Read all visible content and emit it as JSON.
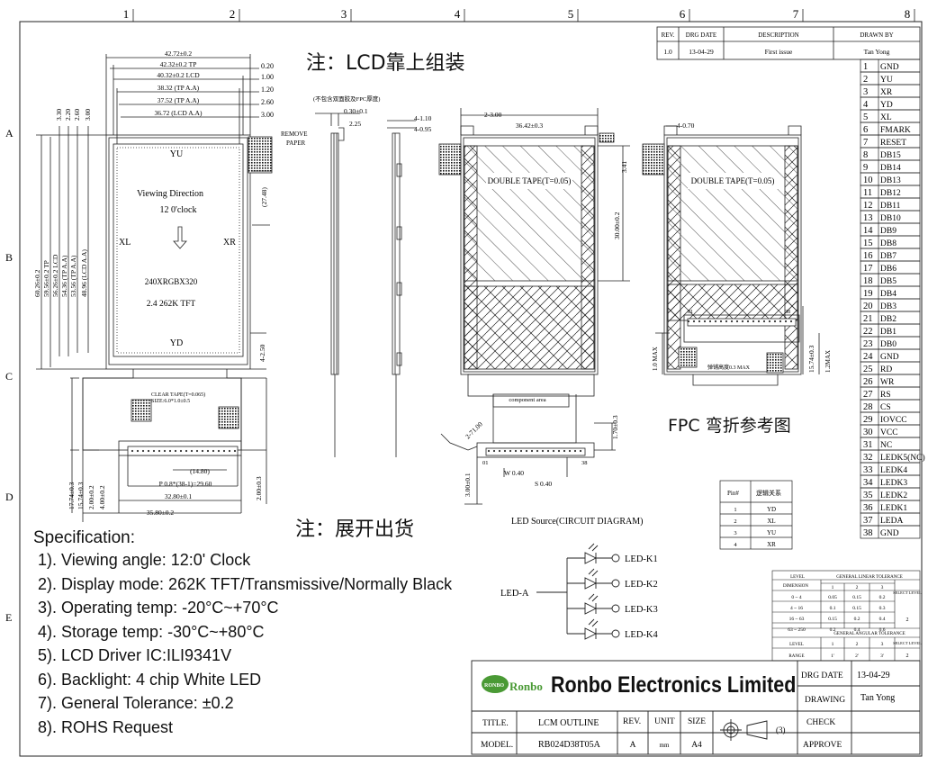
{
  "grid_cols": [
    "1",
    "2",
    "3",
    "4",
    "5",
    "6",
    "7",
    "8"
  ],
  "grid_rows": [
    "A",
    "B",
    "C",
    "D",
    "E"
  ],
  "revision": {
    "headers": [
      "REV.",
      "DRG DATE",
      "DESCRIPTION",
      "DRAWN BY"
    ],
    "row": [
      "1.0",
      "13-04-29",
      "First issue",
      "Tan Yong"
    ]
  },
  "notes": {
    "assembly_cn": "注：LCD靠上组装",
    "shipping_cn": "注：展开出货",
    "fpc_bend_cn": "FPC  弯折参考图",
    "fpc_thickness_cn": "(不包含双面胶及FPC厚度)",
    "stiffener_cn": "弹铺高度0.3 MAX",
    "remove_paper": [
      "REMOVE",
      "PAPER"
    ],
    "clear_tape": [
      "CLEAR TAPE(T=0.065)",
      "SIZE:6.0*1.0±0.5"
    ],
    "component_area": "component   area"
  },
  "front_view": {
    "top_dims": [
      {
        "label": "42.72±0.2",
        "right": ""
      },
      {
        "label": "42.32±0.2 TP",
        "right": "0.20"
      },
      {
        "label": "40.32±0.2 LCD",
        "right": "1.00"
      },
      {
        "label": "38.32 (TP A.A)",
        "right": "1.20"
      },
      {
        "label": "37.52 (TP A.A)",
        "right": "2.60"
      },
      {
        "label": "36.72 (LCD A.A)",
        "right": "3.00"
      }
    ],
    "top_small_dims": [
      "3.30",
      "2.20",
      "2.60",
      "3.00"
    ],
    "left_dims": [
      "60.26±0.2",
      "59.56±0.2 TP",
      "56.26±0.2 LCD",
      "54.36 (TP A.A)",
      "53.56 (TP A.A)",
      "48.96 (LCD A.A)"
    ],
    "labels": {
      "yu": "YU",
      "yd": "YD",
      "xl": "XL",
      "xr": "XR",
      "viewing": "Viewing Direction",
      "clock": "12  0'clock",
      "resolution": "240XRGBX320",
      "panel": "2.4 262K TFT",
      "dim_2748": "(27.48)",
      "dim_250": "4-2.50"
    },
    "bottom_dims": [
      "(14.80)",
      "P 0.8*(38-1)=29.60",
      "32.80±0.1",
      "35.80±0.2"
    ],
    "left_bottom_dims": [
      "17.74±0.3",
      "15.74±0.3",
      "2.00±0.2",
      "4.00±0.2"
    ],
    "right_bottom_dim": "2.00±0.3"
  },
  "side_view": {
    "dims": [
      "0.30±0.1",
      "2.25",
      "4-1.10",
      "4-0.95"
    ]
  },
  "back_view": {
    "dims": [
      "2-3.00",
      "36.42±0.3",
      "3.41",
      "30.00±0.2",
      "1.70±0.3",
      "3.00±0.1",
      "W 0.40",
      "S 0.40",
      "2-71.00",
      "01",
      "38"
    ],
    "double_tape": "DOUBLE TAPE(T=0.05)"
  },
  "fpc_bend_view": {
    "dims": [
      "4-0.70",
      "1.0 MAX",
      "15.74±0.3",
      "1.2MAX",
      "01",
      "38"
    ],
    "double_tape": "DOUBLE TAPE(T=0.05)"
  },
  "led": {
    "title": "LED Source(CIRCUIT DIAGRAM)",
    "anode": "LED-A",
    "cathodes": [
      "LED-K1",
      "LED-K2",
      "LED-K3",
      "LED-K4"
    ]
  },
  "pin_touch_table": {
    "headers": [
      "Pin#",
      "逻辑关系"
    ],
    "rows": [
      [
        "1",
        "YD"
      ],
      [
        "2",
        "XL"
      ],
      [
        "3",
        "YU"
      ],
      [
        "4",
        "XR"
      ]
    ]
  },
  "pin_list": [
    "GND",
    "YU",
    "XR",
    "YD",
    "XL",
    "FMARK",
    "RESET",
    "DB15",
    "DB14",
    "DB13",
    "DB12",
    "DB11",
    "DB10",
    "DB9",
    "DB8",
    "DB7",
    "DB6",
    "DB5",
    "DB4",
    "DB3",
    "DB2",
    "DB1",
    "DB0",
    "GND",
    "RD",
    "WR",
    "RS",
    "CS",
    "IOVCC",
    "VCC",
    "NC",
    "LEDK5(NC)",
    "LEDK4",
    "LEDK3",
    "LEDK2",
    "LEDK1",
    "LEDA",
    "GND"
  ],
  "tolerance_table": {
    "linear_title": "GENERAL LINEAR TOLERANCE",
    "angular_title": "GENERAL ANGULAR TOLERANCE",
    "level_label": "LEVEL",
    "dimension_label": "DIMENSION",
    "range_label": "RANGE",
    "select_level": "SELECT LEVEL",
    "levels": [
      "1",
      "2",
      "3"
    ],
    "rows": [
      [
        "0 ~ 4",
        "0.05",
        "0.15",
        "0.2"
      ],
      [
        "4 ~ 16",
        "0.1",
        "0.15",
        "0.3"
      ],
      [
        "16 ~ 63",
        "0.15",
        "0.2",
        "0.4"
      ],
      [
        "63 ~ 250",
        "0.2",
        "0.4",
        "0.6"
      ]
    ],
    "selected_linear": "2",
    "angular_range": [
      "1'",
      "2'",
      "3'"
    ],
    "selected_angular": "2"
  },
  "specification": {
    "title": "Specification:",
    "items": [
      "1).  Viewing angle: 12:0' Clock",
      "2).  Display mode: 262K  TFT/Transmissive/Normally Black",
      "3).  Operating temp: -20°C~+70°C",
      "4).  Storage temp: -30°C~+80°C",
      "5).  LCD Driver IC:ILI9341V",
      "6).  Backlight: 4 chip White LED",
      "7).  General Tolerance: ±0.2",
      "8).  ROHS Request"
    ]
  },
  "title_block": {
    "logo_cn": "Ronbo",
    "company": "Ronbo Electronics Limited",
    "drg_date_label": "DRG DATE",
    "drg_date": "13-04-29",
    "drawing_label": "DRAWING",
    "drawing": "Tan Yong",
    "check_label": "CHECK",
    "approve_label": "APPROVE",
    "title_label": "TITLE.",
    "title_value": "LCM OUTLINE",
    "rev_label": "REV.",
    "unit_label": "UNIT",
    "size_label": "SIZE",
    "model_label": "MODEL.",
    "model_value": "RB024D38T05A",
    "rev_value": "A",
    "unit_value": "mm",
    "size_value": "A4",
    "projection": "(3)"
  }
}
